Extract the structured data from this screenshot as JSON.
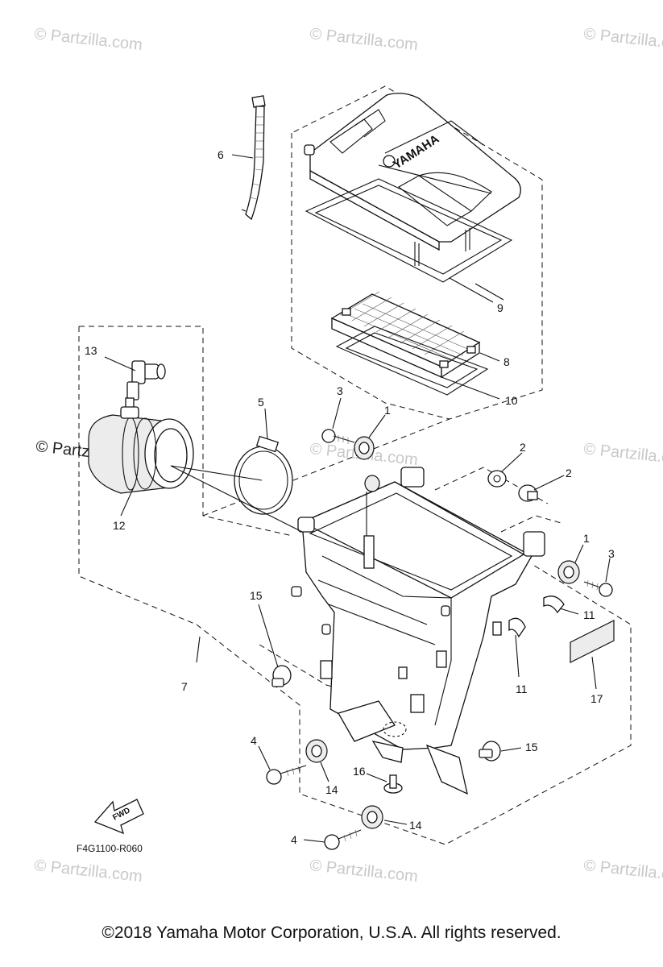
{
  "watermarks": [
    {
      "symbol": "©",
      "text": "Partzilla.com"
    }
  ],
  "callouts": [
    "1",
    "2",
    "3",
    "4",
    "5",
    "6",
    "7",
    "8",
    "9",
    "10",
    "11",
    "12",
    "13",
    "14",
    "15",
    "16",
    "17"
  ],
  "brand_text": "YAMAHA",
  "forward_label": "FWD",
  "diagram_ref": "F4G1100-R060",
  "copyright": "©2018  Yamaha Motor Corporation, U.S.A. All rights reserved."
}
